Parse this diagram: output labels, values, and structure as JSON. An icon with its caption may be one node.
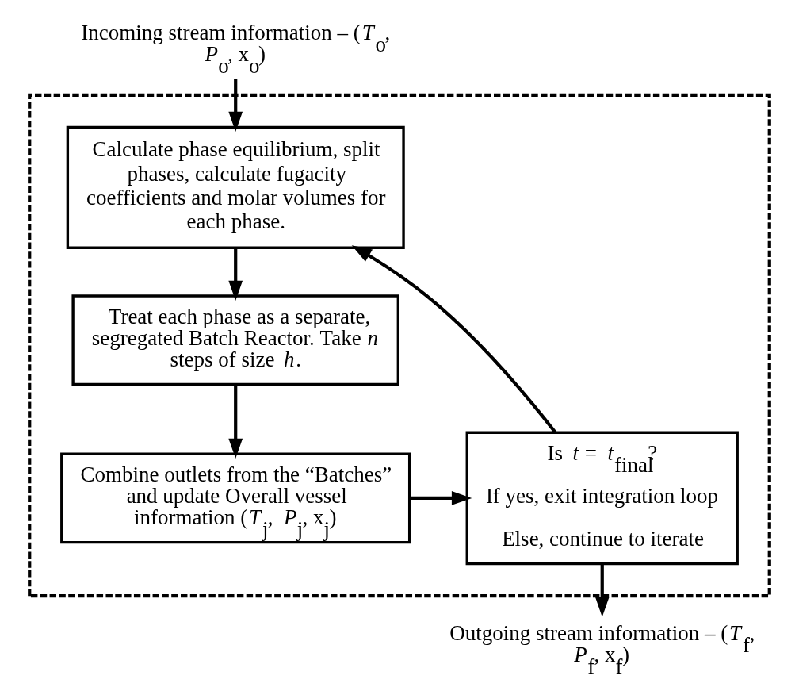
{
  "diagram": {
    "nodes": [
      {
        "text": [
          "Incoming stream information – (*T*$_{o}$, *P*$_{o}$, x$_{o}$)"
        ]
      },
      {
        "text": [],
        "shape": "box"
      },
      {
        "text": [
          "Calculate phase equilibrium, split phases, calculate fugacity coefficients and molar volumes for each phase."
        ],
        "in": 1
      },
      {
        "text": [
          "Treat each phase as a separate, segregated Batch Reactor. Take *n* steps of size *h*."
        ],
        "in": 1
      },
      {
        "text": [
          "Is *t* = *t*$_{final}$?",
          "If yes, exit integration loop",
          "Else, continue to iterate"
        ],
        "in": 1
      },
      {
        "text": [
          "Combine outlets from the “Batches” and update Overall vessel information (*T*$_{j}$, *P*$_{j}$, x$_{j}$)"
        ],
        "in": 1
      },
      {
        "text": [
          "Outgoing stream information – (*T*$_{f}$, *P*$_{f}$, x$_{f}$)"
        ]
      }
    ],
    "edges": [
      {
        "from": 0,
        "to": 2,
        "arrow": "to"
      },
      {
        "from": 2,
        "to": 3,
        "arrow": "to"
      },
      {
        "from": 3,
        "to": 5,
        "arrow": "to"
      },
      {
        "from": 5,
        "to": 4,
        "arrow": "to"
      },
      {
        "from": 4,
        "to": 2,
        "arrow": "to"
      },
      {
        "from": 4,
        "to": 6,
        "arrow": "to"
      }
    ]
  }
}
